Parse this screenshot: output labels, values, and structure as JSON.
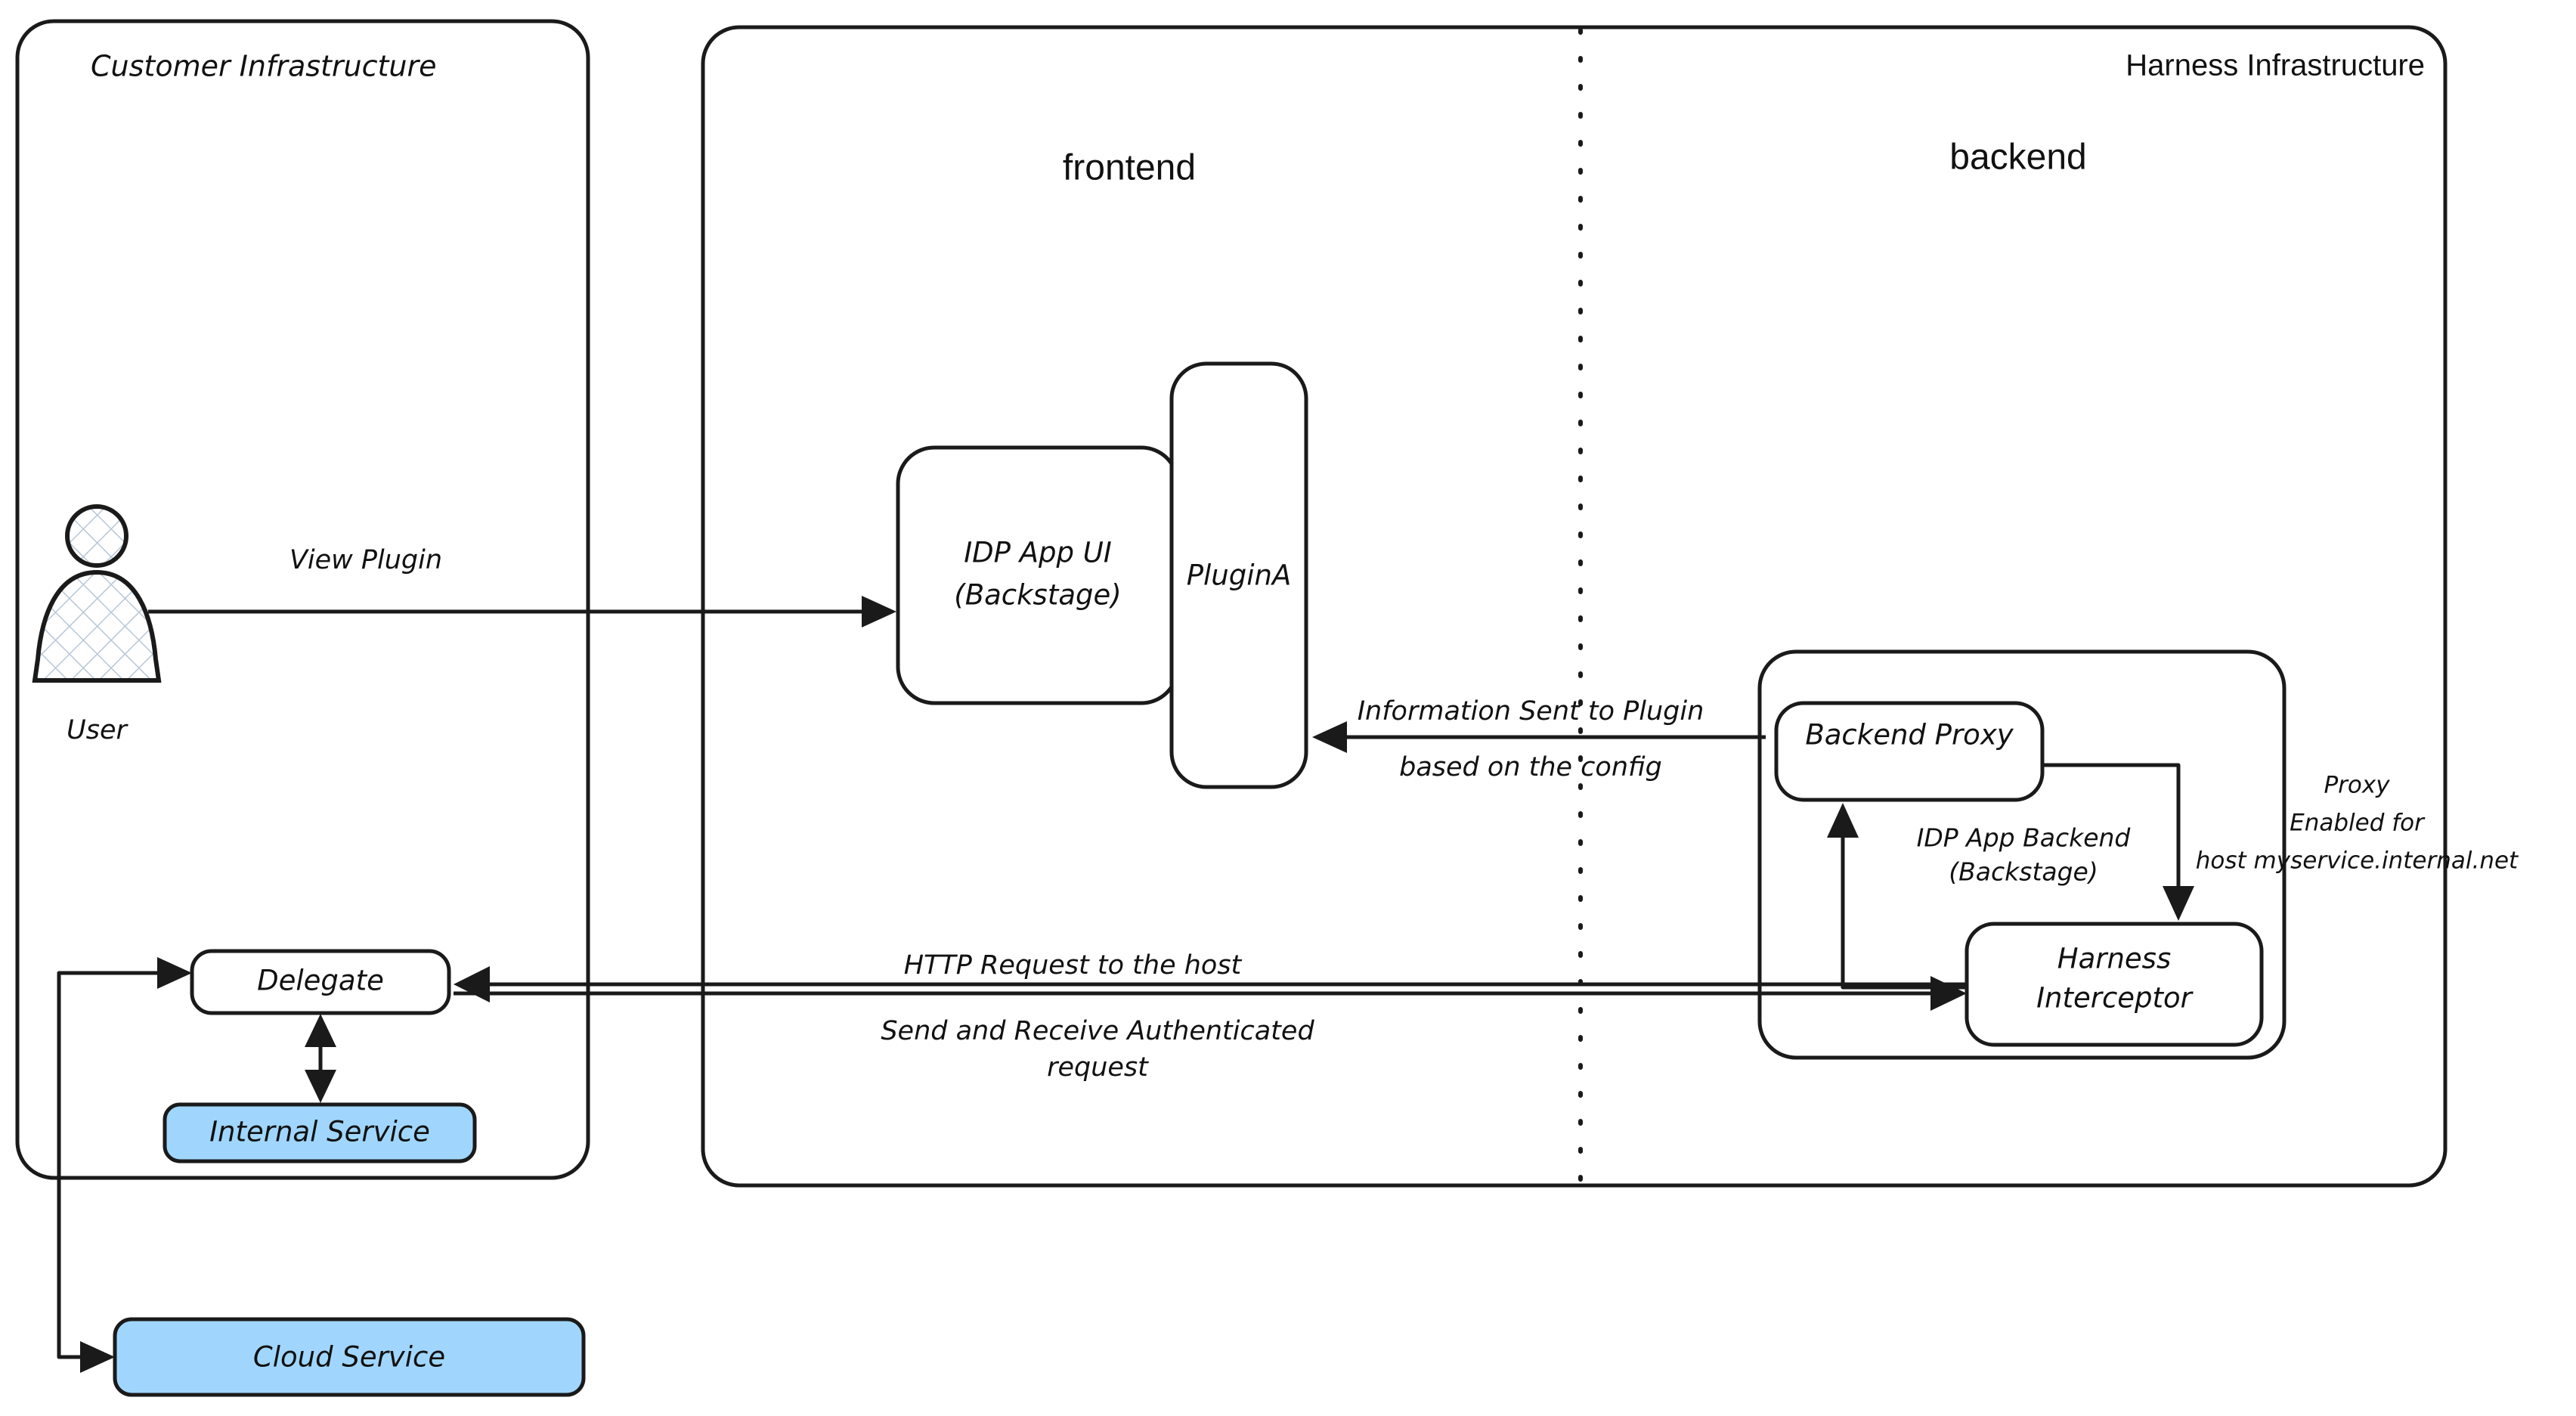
{
  "diagram": {
    "title": "Harness IDP Plugin Backend Proxy Architecture",
    "background": "#ffffff",
    "accent_blue": "#a0d6fd",
    "stroke_color": "#1a1a1a"
  },
  "containers": [
    {
      "id": "customer-infrastructure",
      "label": "Customer Infrastructure",
      "style": "handwritten"
    },
    {
      "id": "harness-infrastructure",
      "label": "Harness Infrastructure",
      "style": "sans"
    },
    {
      "id": "idp-app-backend",
      "label": "IDP App Backend\n(Backstage)",
      "label_line1": "IDP App Backend",
      "label_line2": "(Backstage)",
      "style": "handwritten"
    }
  ],
  "sections": [
    {
      "id": "frontend",
      "label": "frontend"
    },
    {
      "id": "backend",
      "label": "backend"
    }
  ],
  "actors": [
    {
      "id": "user",
      "label": "User"
    }
  ],
  "nodes": [
    {
      "id": "idp-app-ui",
      "label_line1": "IDP App UI",
      "label_line2": "(Backstage)",
      "fill": "#ffffff"
    },
    {
      "id": "plugin-a",
      "label": "PluginA",
      "fill": "#ffffff"
    },
    {
      "id": "backend-proxy",
      "label": "Backend Proxy",
      "fill": "#ffffff"
    },
    {
      "id": "harness-interceptor",
      "label_line1": "Harness",
      "label_line2": "Interceptor",
      "fill": "#ffffff"
    },
    {
      "id": "delegate",
      "label": "Delegate",
      "fill": "#ffffff"
    },
    {
      "id": "internal-service",
      "label": "Internal Service",
      "fill": "#a0d6fd"
    },
    {
      "id": "cloud-service",
      "label": "Cloud Service",
      "fill": "#a0d6fd"
    }
  ],
  "edge_labels": [
    {
      "id": "view-plugin",
      "text": "View Plugin"
    },
    {
      "id": "information-sent-line1",
      "text": "Information Sent to Plugin"
    },
    {
      "id": "information-sent-line2",
      "text": "based on the config"
    },
    {
      "id": "http-request",
      "text": "HTTP Request to the host"
    },
    {
      "id": "authenticated-line1",
      "text": "Send and Receive Authenticated"
    },
    {
      "id": "authenticated-line2",
      "text": "request"
    },
    {
      "id": "proxy-note-line1",
      "text": "Proxy"
    },
    {
      "id": "proxy-note-line2",
      "text": "Enabled for"
    },
    {
      "id": "proxy-note-line3",
      "text": "host myservice.internal.net"
    }
  ]
}
